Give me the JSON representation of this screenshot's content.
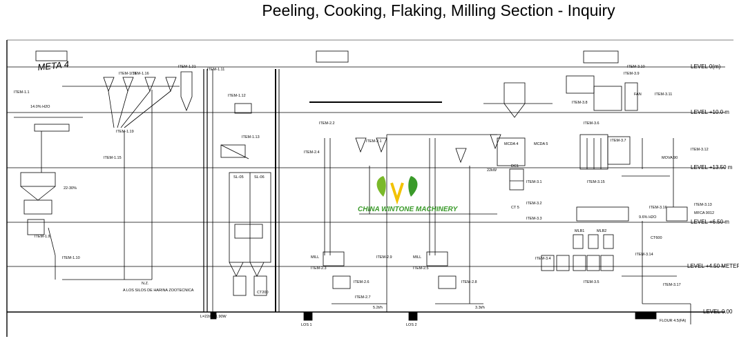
{
  "title": "Peeling, Cooking, Flaking, Milling Section - Inquiry",
  "watermark": {
    "text": "CHINA WINTONE MACHINERY",
    "leaf_color": "#7ab929",
    "text_color": "#3a9a2a",
    "accent_color": "#f2c200"
  },
  "levels": {
    "lv1": "LEVEL 0(m)",
    "lv2": "LEVEL +10.0 m",
    "lv3": "LEVEL +13.50 m",
    "lv4": "LEVEL +6.50 m",
    "lv5": "LEVEL +4.50 METER",
    "lv6": "LEVEL 0.00"
  },
  "meta": "META 4",
  "labels": {
    "l01": "ITEM-1.11",
    "l02": "ITEM-1.1",
    "l03": "ITEM-1.15",
    "l04": "ITEM-1.10",
    "l05": "ITEM-1.16",
    "l06": "ITEM-1.21",
    "l07": "ITEM-1.18",
    "l08": "ITEM-1.12",
    "l09": "ITEM-1.13",
    "l10": "ITEM-1.19",
    "l11": "ITEM-1.9",
    "l12": "ITEM-2.1",
    "l13": "ITEM-2.2",
    "l14": "ITEM-2.3",
    "l15": "ITEM-2.4",
    "l16": "ITEM-2.5",
    "l17": "ITEM-2.6",
    "l18": "ITEM-2.7",
    "l19": "ITEM-2.8",
    "l20": "ITEM-2.9",
    "l21": "ITEM-3.1",
    "l22": "ITEM-3.2",
    "l23": "ITEM-3.3",
    "l24": "ITEM-3.4",
    "l25": "ITEM-3.5",
    "l26": "ITEM-3.6",
    "l27": "ITEM-3.7",
    "l28": "ITEM-3.8",
    "l29": "ITEM-3.9",
    "l30": "ITEM-3.10",
    "l31": "ITEM-3.11",
    "l32": "ITEM-3.12",
    "l33": "ITEM-3.13",
    "l34": "ITEM-3.14",
    "l35": "ITEM-3.15",
    "l36": "ITEM-3.16",
    "l37": "ITEM-3.17",
    "l38": "MCDA 4",
    "l39": "MCDA 5",
    "l40": "MOVA 90",
    "l41": "MFCA 9012",
    "l42": "CT200",
    "l43": "CT 5",
    "l44": "14.0% H2O",
    "l45": "22-30%",
    "l46": "SL-05",
    "l47": "SL-06",
    "l48": "DC1",
    "l49": "MLB1",
    "l50": "MLB2",
    "l51": "N.Z.",
    "l52": "A LOS SILOS DE HARINA ZOOTECNICA",
    "l53": "MILL",
    "l54": "MILL",
    "l55": "FAN",
    "l56": "FLOUR 4.5(FA)",
    "l57": "LOS 1",
    "l58": "LOS 2",
    "l59": "L=22m - 1.90W",
    "l60": "5.2t/h",
    "l61": "3.3t/h",
    "l62": "CT600",
    "l63": "22kW",
    "l64": "9.6% H2O"
  }
}
